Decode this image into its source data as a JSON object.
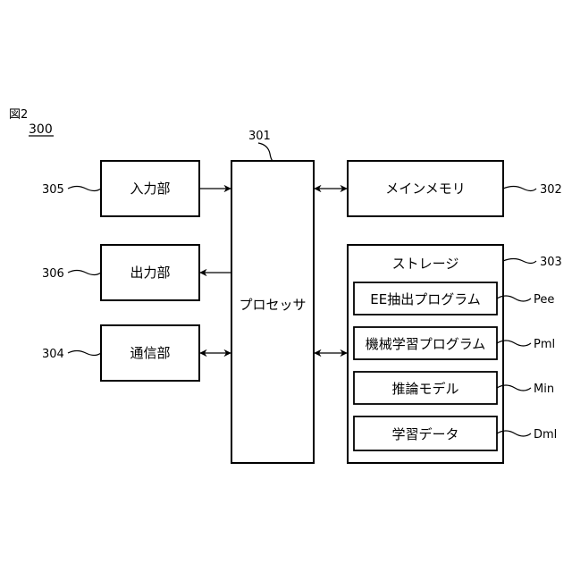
{
  "figure": {
    "title": "図2",
    "number": "300"
  },
  "processor": {
    "label": "プロセッサ",
    "ref": "301"
  },
  "main_memory": {
    "label": "メインメモリ",
    "ref": "302"
  },
  "storage": {
    "label": "ストレージ",
    "ref": "303",
    "items": [
      {
        "label": "EE抽出プログラム",
        "ref": "Pee"
      },
      {
        "label": "機械学習プログラム",
        "ref": "Pml"
      },
      {
        "label": "推論モデル",
        "ref": "Min"
      },
      {
        "label": "学習データ",
        "ref": "Dml"
      }
    ]
  },
  "input_unit": {
    "label": "入力部",
    "ref": "305"
  },
  "output_unit": {
    "label": "出力部",
    "ref": "306"
  },
  "comm_unit": {
    "label": "通信部",
    "ref": "304"
  }
}
